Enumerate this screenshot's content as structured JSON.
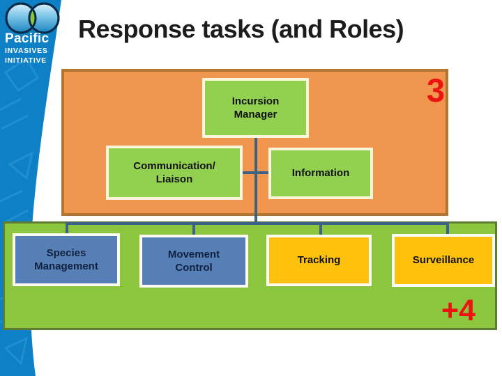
{
  "title": "Response tasks (and Roles)",
  "logo": {
    "brand": "Pacific",
    "line1": "INVASIVES",
    "line2": "INITIATIVE"
  },
  "badges": {
    "top_count": "3",
    "bottom_count": "+4"
  },
  "nodes": [
    {
      "id": "incursion-manager",
      "label": "Incursion\nManager"
    },
    {
      "id": "communication-liaison",
      "label": "Communication/\nLiaison"
    },
    {
      "id": "information",
      "label": "Information"
    },
    {
      "id": "species-management",
      "label": "Species\nManagement"
    },
    {
      "id": "movement-control",
      "label": "Movement\nControl"
    },
    {
      "id": "tracking",
      "label": "Tracking"
    },
    {
      "id": "surveillance",
      "label": "Surveillance"
    }
  ],
  "colors": {
    "sidebar_blue": "#0E80C6",
    "orange_panel": "#F0964E",
    "orange_panel_border": "#B4752F",
    "green_panel": "#8CC63F",
    "green_panel_border": "#5F7C33",
    "node_green": "#92D050",
    "node_green_border": "#FBF6DA",
    "node_blue": "#567FB5",
    "node_yellow": "#FEC10D",
    "node_light_border": "#FCFDF2",
    "connector": "#3D6384",
    "count_red": "#EC1410",
    "title_text": "#1E1C1A",
    "logo_lens_green": "#8CC63F"
  }
}
